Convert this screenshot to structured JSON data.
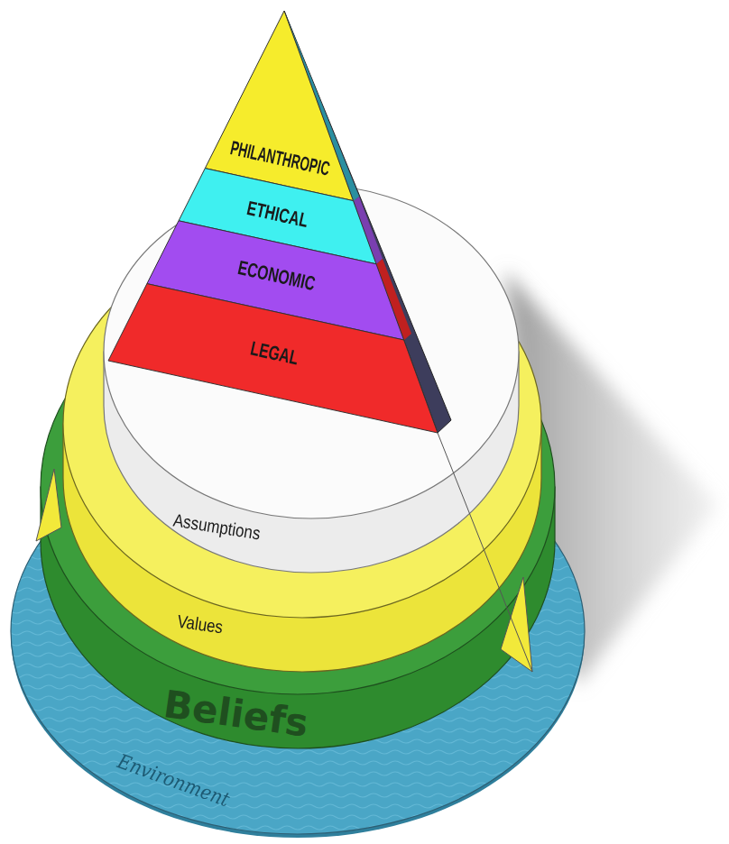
{
  "diagram": {
    "nodes": [
      {
        "text": [
          "PHILANTHROPIC"
        ]
      },
      {
        "text": [
          "ETHICAL"
        ]
      },
      {
        "text": [
          "ECONOMIC"
        ]
      },
      {
        "text": [
          "LEGAL"
        ]
      },
      {
        "text": [
          "Assumptions"
        ]
      },
      {
        "text": [
          "Values"
        ]
      },
      {
        "text": [
          "Beliefs"
        ]
      },
      {
        "text": [
          "Environment"
        ]
      }
    ]
  }
}
